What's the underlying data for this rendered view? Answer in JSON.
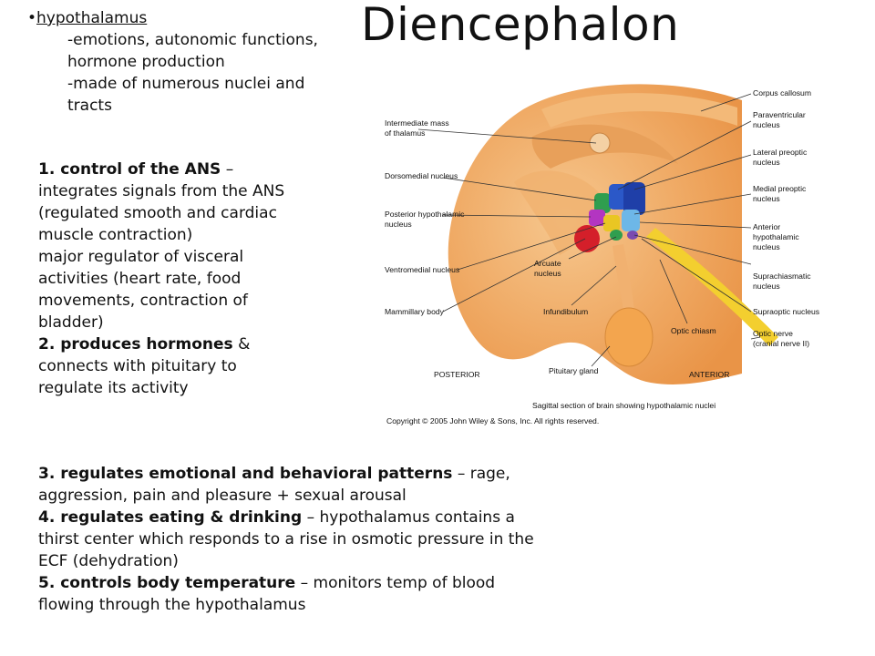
{
  "title": "Diencephalon",
  "bullet": {
    "marker": "•",
    "head": "hypothalamus",
    "sub1a": "-emotions, autonomic functions,",
    "sub1b": "hormone production",
    "sub2a": "-made of numerous nuclei and",
    "sub2b": "tracts"
  },
  "left_col": {
    "p1_bold": "1. control of the ANS",
    "p1_rest": " – integrates signals from the ANS (regulated smooth and cardiac muscle contraction)",
    "p1b": " major regulator of visceral activities (heart rate, food movements, contraction of bladder)",
    "p2_bold": "2. produces hormones",
    "p2_rest": " & connects with pituitary to regulate its activity"
  },
  "bottom": {
    "p3_bold": "3. regulates emotional and behavioral patterns",
    "p3_rest": " – rage, aggression, pain and pleasure + sexual arousal",
    "p4_bold": "4. regulates eating & drinking",
    "p4_rest": " – hypothalamus contains a thirst center which responds to a rise in osmotic pressure in the ECF (dehydration)",
    "p5_bold": "5. controls body temperature",
    "p5_rest": " – monitors temp of blood flowing through the hypothalamus"
  },
  "figure": {
    "labels_left": [
      {
        "l1": "Intermediate mass",
        "l2": "of thalamus"
      },
      {
        "l1": "Dorsomedial nucleus",
        "l2": ""
      },
      {
        "l1": "Posterior hypothalamic",
        "l2": "nucleus"
      },
      {
        "l1": "Ventromedial nucleus",
        "l2": ""
      },
      {
        "l1": "Mammillary body",
        "l2": ""
      }
    ],
    "labels_right": [
      {
        "l1": "Corpus callosum",
        "l2": "",
        "l3": ""
      },
      {
        "l1": "Paraventricular",
        "l2": "nucleus",
        "l3": ""
      },
      {
        "l1": "Lateral preoptic",
        "l2": "nucleus",
        "l3": ""
      },
      {
        "l1": "Medial preoptic",
        "l2": "nucleus",
        "l3": ""
      },
      {
        "l1": "Anterior",
        "l2": "hypothalamic",
        "l3": "nucleus"
      },
      {
        "l1": "Suprachiasmatic",
        "l2": "nucleus",
        "l3": ""
      },
      {
        "l1": "Supraoptic nucleus",
        "l2": "",
        "l3": ""
      },
      {
        "l1": "Optic nerve",
        "l2": "(cranial nerve II)",
        "l3": ""
      }
    ],
    "arcuate_l1": "Arcuate",
    "arcuate_l2": "nucleus",
    "infundibulum": "Infundibulum",
    "optic_chiasm": "Optic chiasm",
    "pituitary": "Pituitary gland",
    "posterior": "POSTERIOR",
    "anterior": "ANTERIOR",
    "caption": "Sagittal section of brain showing hypothalamic nuclei",
    "copyright": "Copyright © 2005 John Wiley & Sons, Inc.  All rights reserved."
  }
}
